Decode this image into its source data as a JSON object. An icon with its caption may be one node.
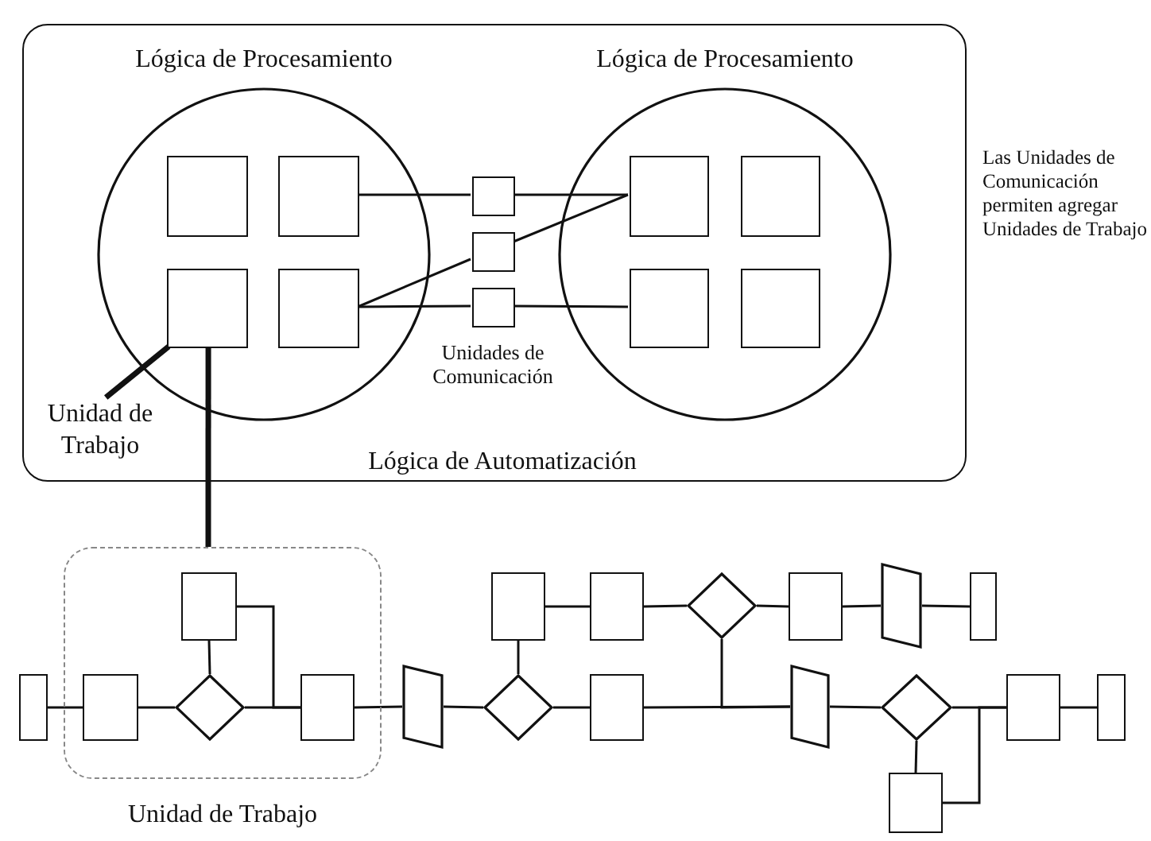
{
  "diagram": {
    "nodes": [
      {
        "text": [
          "Lógica de Automatización"
        ]
      },
      {
        "text": [
          "Lógica de Procesamiento"
        ],
        "in": 0
      },
      {
        "text": [],
        "shape": "box",
        "in": 1
      },
      {
        "text": [],
        "shape": "box",
        "in": 1
      },
      {
        "text": [],
        "shape": "box",
        "in": 1
      },
      {
        "text": [],
        "shape": "box",
        "in": 1
      },
      {
        "text": [
          "Lógica de Procesamiento"
        ],
        "in": 0
      },
      {
        "text": [],
        "shape": "box",
        "in": 6
      },
      {
        "text": [],
        "shape": "box",
        "in": 6
      },
      {
        "text": [],
        "shape": "box",
        "in": 6
      },
      {
        "text": [],
        "shape": "box",
        "in": 6
      },
      {
        "text": [],
        "shape": "box",
        "in": 0
      },
      {
        "text": [],
        "shape": "box",
        "in": 0
      },
      {
        "text": [],
        "shape": "box",
        "in": 0
      },
      {
        "text": [
          "Unidad de Trabajo"
        ],
        "in": 0
      },
      {
        "text": [
          "Unidad de Trabajo"
        ]
      },
      {
        "text": [],
        "shape": "box"
      },
      {
        "text": [],
        "shape": "box",
        "in": 15
      },
      {
        "text": [],
        "shape": "box",
        "in": 15
      },
      {
        "text": [],
        "shape": "diamond",
        "in": 15
      },
      {
        "text": [],
        "shape": "box",
        "in": 15
      },
      {
        "text": [],
        "shape": "trapezoid"
      },
      {
        "text": [],
        "shape": "diamond"
      },
      {
        "text": [],
        "shape": "box"
      },
      {
        "text": [],
        "shape": "box"
      },
      {
        "text": [],
        "shape": "diamond"
      },
      {
        "text": [],
        "shape": "box"
      },
      {
        "text": [],
        "shape": "trapezoid"
      },
      {
        "text": [],
        "shape": "box"
      },
      {
        "text": [],
        "shape": "box"
      },
      {
        "text": [],
        "shape": "trapezoid"
      },
      {
        "text": [],
        "shape": "diamond"
      },
      {
        "text": [],
        "shape": "box"
      },
      {
        "text": [],
        "shape": "box"
      },
      {
        "text": [],
        "shape": "box"
      }
    ],
    "edges": [
      {
        "from": 3,
        "to": 11,
        "arrow": "none"
      },
      {
        "from": 11,
        "to": 7,
        "arrow": "none"
      },
      {
        "from": 5,
        "to": 12,
        "arrow": "none"
      },
      {
        "from": 12,
        "to": 7,
        "arrow": "none"
      },
      {
        "from": 5,
        "to": 13,
        "arrow": "none"
      },
      {
        "from": 13,
        "to": 9,
        "arrow": "none"
      },
      {
        "from": 14,
        "to": 4,
        "arrow": "none",
        "style": "thick"
      },
      {
        "from": 4,
        "to": 15,
        "arrow": "none",
        "style": "thick"
      },
      {
        "from": 16,
        "to": 17,
        "arrow": "none"
      },
      {
        "from": 17,
        "to": 19,
        "arrow": "none"
      },
      {
        "from": 19,
        "to": 18,
        "arrow": "none"
      },
      {
        "from": 19,
        "to": 20,
        "arrow": "none"
      },
      {
        "from": 18,
        "to": 20,
        "arrow": "none"
      },
      {
        "from": 20,
        "to": 21,
        "arrow": "none"
      },
      {
        "from": 21,
        "to": 22,
        "arrow": "none"
      },
      {
        "from": 22,
        "to": 23,
        "arrow": "none"
      },
      {
        "from": 22,
        "to": 29,
        "arrow": "none"
      },
      {
        "from": 23,
        "to": 24,
        "arrow": "none"
      },
      {
        "from": 24,
        "to": 25,
        "arrow": "none"
      },
      {
        "from": 25,
        "to": 26,
        "arrow": "none"
      },
      {
        "from": 26,
        "to": 27,
        "arrow": "none"
      },
      {
        "from": 27,
        "to": 28,
        "arrow": "none"
      },
      {
        "from": 29,
        "to": 30,
        "arrow": "none"
      },
      {
        "from": 25,
        "to": 30,
        "arrow": "none"
      },
      {
        "from": 30,
        "to": 31,
        "arrow": "none"
      },
      {
        "from": 31,
        "to": 32,
        "arrow": "none"
      },
      {
        "from": 31,
        "to": 33,
        "arrow": "none"
      },
      {
        "from": 32,
        "to": 33,
        "arrow": "none"
      },
      {
        "from": 33,
        "to": 34,
        "arrow": "none"
      }
    ],
    "labels": [
      "Unidades de Comunicación",
      "Las Unidades de Comunicación permiten agregar Unidades de Trabajo"
    ]
  }
}
